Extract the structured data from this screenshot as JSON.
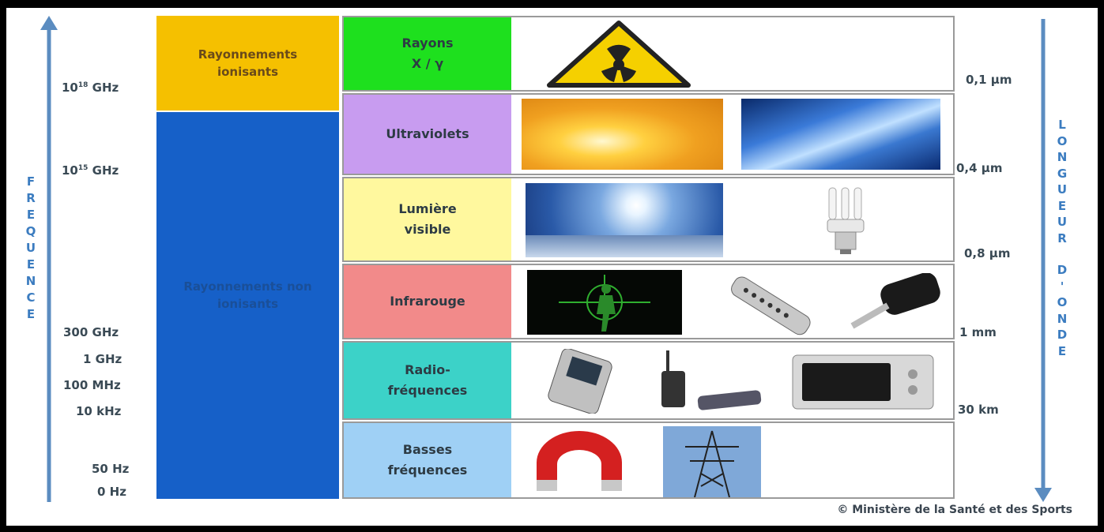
{
  "frequency": {
    "axis_letters": [
      "F",
      "R",
      "E",
      "Q",
      "U",
      "E",
      "N",
      "C",
      "E"
    ],
    "ticks": [
      {
        "base": "10",
        "exp": "18",
        "unit": " GHz"
      },
      {
        "base": "10",
        "exp": "15",
        "unit": " GHz"
      },
      {
        "text": "300 GHz"
      },
      {
        "text": "1 GHz"
      },
      {
        "text": "100 MHz"
      },
      {
        "text": "10 kHz"
      },
      {
        "text": "50 Hz"
      },
      {
        "text": "0 Hz"
      }
    ]
  },
  "wavelength": {
    "axis_letters": [
      "L",
      "O",
      "N",
      "G",
      "U",
      "E",
      "U",
      "R",
      "",
      "D",
      "'",
      "O",
      "N",
      "D",
      "E"
    ],
    "ticks": [
      "0,1 µm",
      "0,4 µm",
      "0,8 µm",
      "1 mm",
      "30 km"
    ]
  },
  "categories": {
    "ionizing": "Rayonnements ionisants",
    "non_ionizing": "Rayonnements non ionisants"
  },
  "bands": [
    {
      "name_line1": "Rayons",
      "name_line2": "X / γ",
      "color": "#1ee01e",
      "pictures": [
        "radiation-warning-sign"
      ]
    },
    {
      "name_line1": "Ultraviolets",
      "name_line2": "",
      "color": "#c89cf0",
      "pictures": [
        "sun-glow-photo",
        "tanning-bed-photo"
      ]
    },
    {
      "name_line1": "Lumière",
      "name_line2": "visible",
      "color": "#fff89e",
      "pictures": [
        "sunny-sky-photo",
        "cfl-bulb-photo"
      ]
    },
    {
      "name_line1": "Infrarouge",
      "name_line2": "",
      "color": "#f28a8a",
      "pictures": [
        "night-vision-target-photo",
        "tv-remote-photo",
        "car-key-photo"
      ]
    },
    {
      "name_line1": "Radio-",
      "name_line2": "fréquences",
      "color": "#3cd2c8",
      "pictures": [
        "mobile-phone-photo",
        "walkie-talkie-photo",
        "microwave-oven-photo"
      ]
    },
    {
      "name_line1": "Basses",
      "name_line2": "fréquences",
      "color": "#9fd0f5",
      "pictures": [
        "magnet-photo",
        "power-pylon-photo"
      ]
    }
  ],
  "colors": {
    "ionizing_bg": "#f5c000",
    "non_ionizing_bg": "#1660c8",
    "non_ionizing_text": "#1a4f98",
    "axis_arrow": "#5b8cc0"
  },
  "credit": "© Ministère de la Santé et des Sports"
}
